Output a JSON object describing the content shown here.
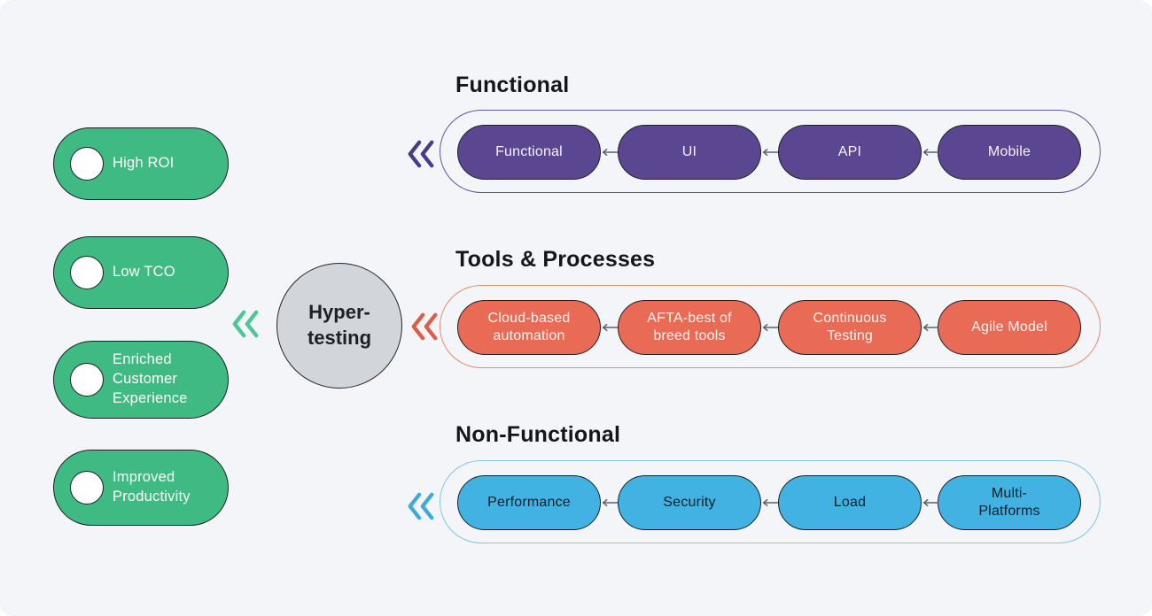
{
  "hub": {
    "label": "Hyper-testing",
    "fill_color": "#d2d6da"
  },
  "benefits": {
    "pill_color": "#3fba82",
    "chevron_color": "#4cc694",
    "items": [
      {
        "label": "High ROI"
      },
      {
        "label": "Low TCO"
      },
      {
        "label": "Enriched Customer Experience"
      },
      {
        "label": "Improved Productivity"
      }
    ]
  },
  "groups": [
    {
      "title": "Functional",
      "pill_color": "#5b4791",
      "pill_text_color": "#f5f3f8",
      "container_border_color": "#5d58a5",
      "chevron_color": "#483a8c",
      "items": [
        {
          "label": "Functional"
        },
        {
          "label": "UI"
        },
        {
          "label": "API"
        },
        {
          "label": "Mobile"
        }
      ]
    },
    {
      "title": "Tools & Processes",
      "pill_color": "#e96a55",
      "pill_text_color": "#fdf4f2",
      "container_border_color": "#e98a73",
      "chevron_color": "#df5c49",
      "items": [
        {
          "label": "Cloud-based automation"
        },
        {
          "label": "AFTA-best of breed tools"
        },
        {
          "label": "Continuous Testing"
        },
        {
          "label": "Agile Model"
        }
      ]
    },
    {
      "title": "Non-Functional",
      "pill_color": "#41b2e2",
      "pill_text_color": "#101e28",
      "container_border_color": "#7ec7e9",
      "chevron_color": "#3fabdd",
      "items": [
        {
          "label": "Performance"
        },
        {
          "label": "Security"
        },
        {
          "label": "Load"
        },
        {
          "label": "Multi-Platforms"
        }
      ]
    }
  ]
}
